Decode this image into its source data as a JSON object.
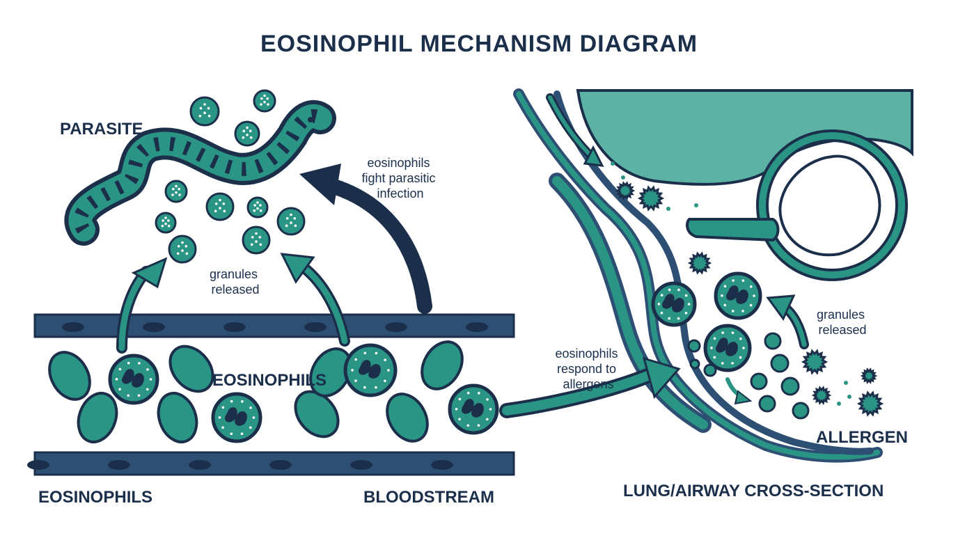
{
  "title": "EOSINOPHIL MECHANISM DIAGRAM",
  "labels": {
    "parasite": "PARASITE",
    "eosinophils_center": "EOSINOPHILS",
    "eosinophils_bottom": "EOSINOPHILS",
    "bloodstream": "BLOODSTREAM",
    "allergen": "ALLERGEN",
    "lung": "LUNG/AIRWAY CROSS-SECTION"
  },
  "annotations": {
    "fight": [
      "eosinophils",
      "fight parasitic",
      "infection"
    ],
    "granules_left": [
      "granules",
      "released"
    ],
    "respond": [
      "eosinophils",
      "respond to",
      "allergens"
    ],
    "granules_right": [
      "granules",
      "released"
    ]
  },
  "colors": {
    "navy": "#1b2f4b",
    "teal": "#2a9485",
    "teal_light": "#5cb3a5",
    "vessel_blue": "#2d4f73"
  }
}
